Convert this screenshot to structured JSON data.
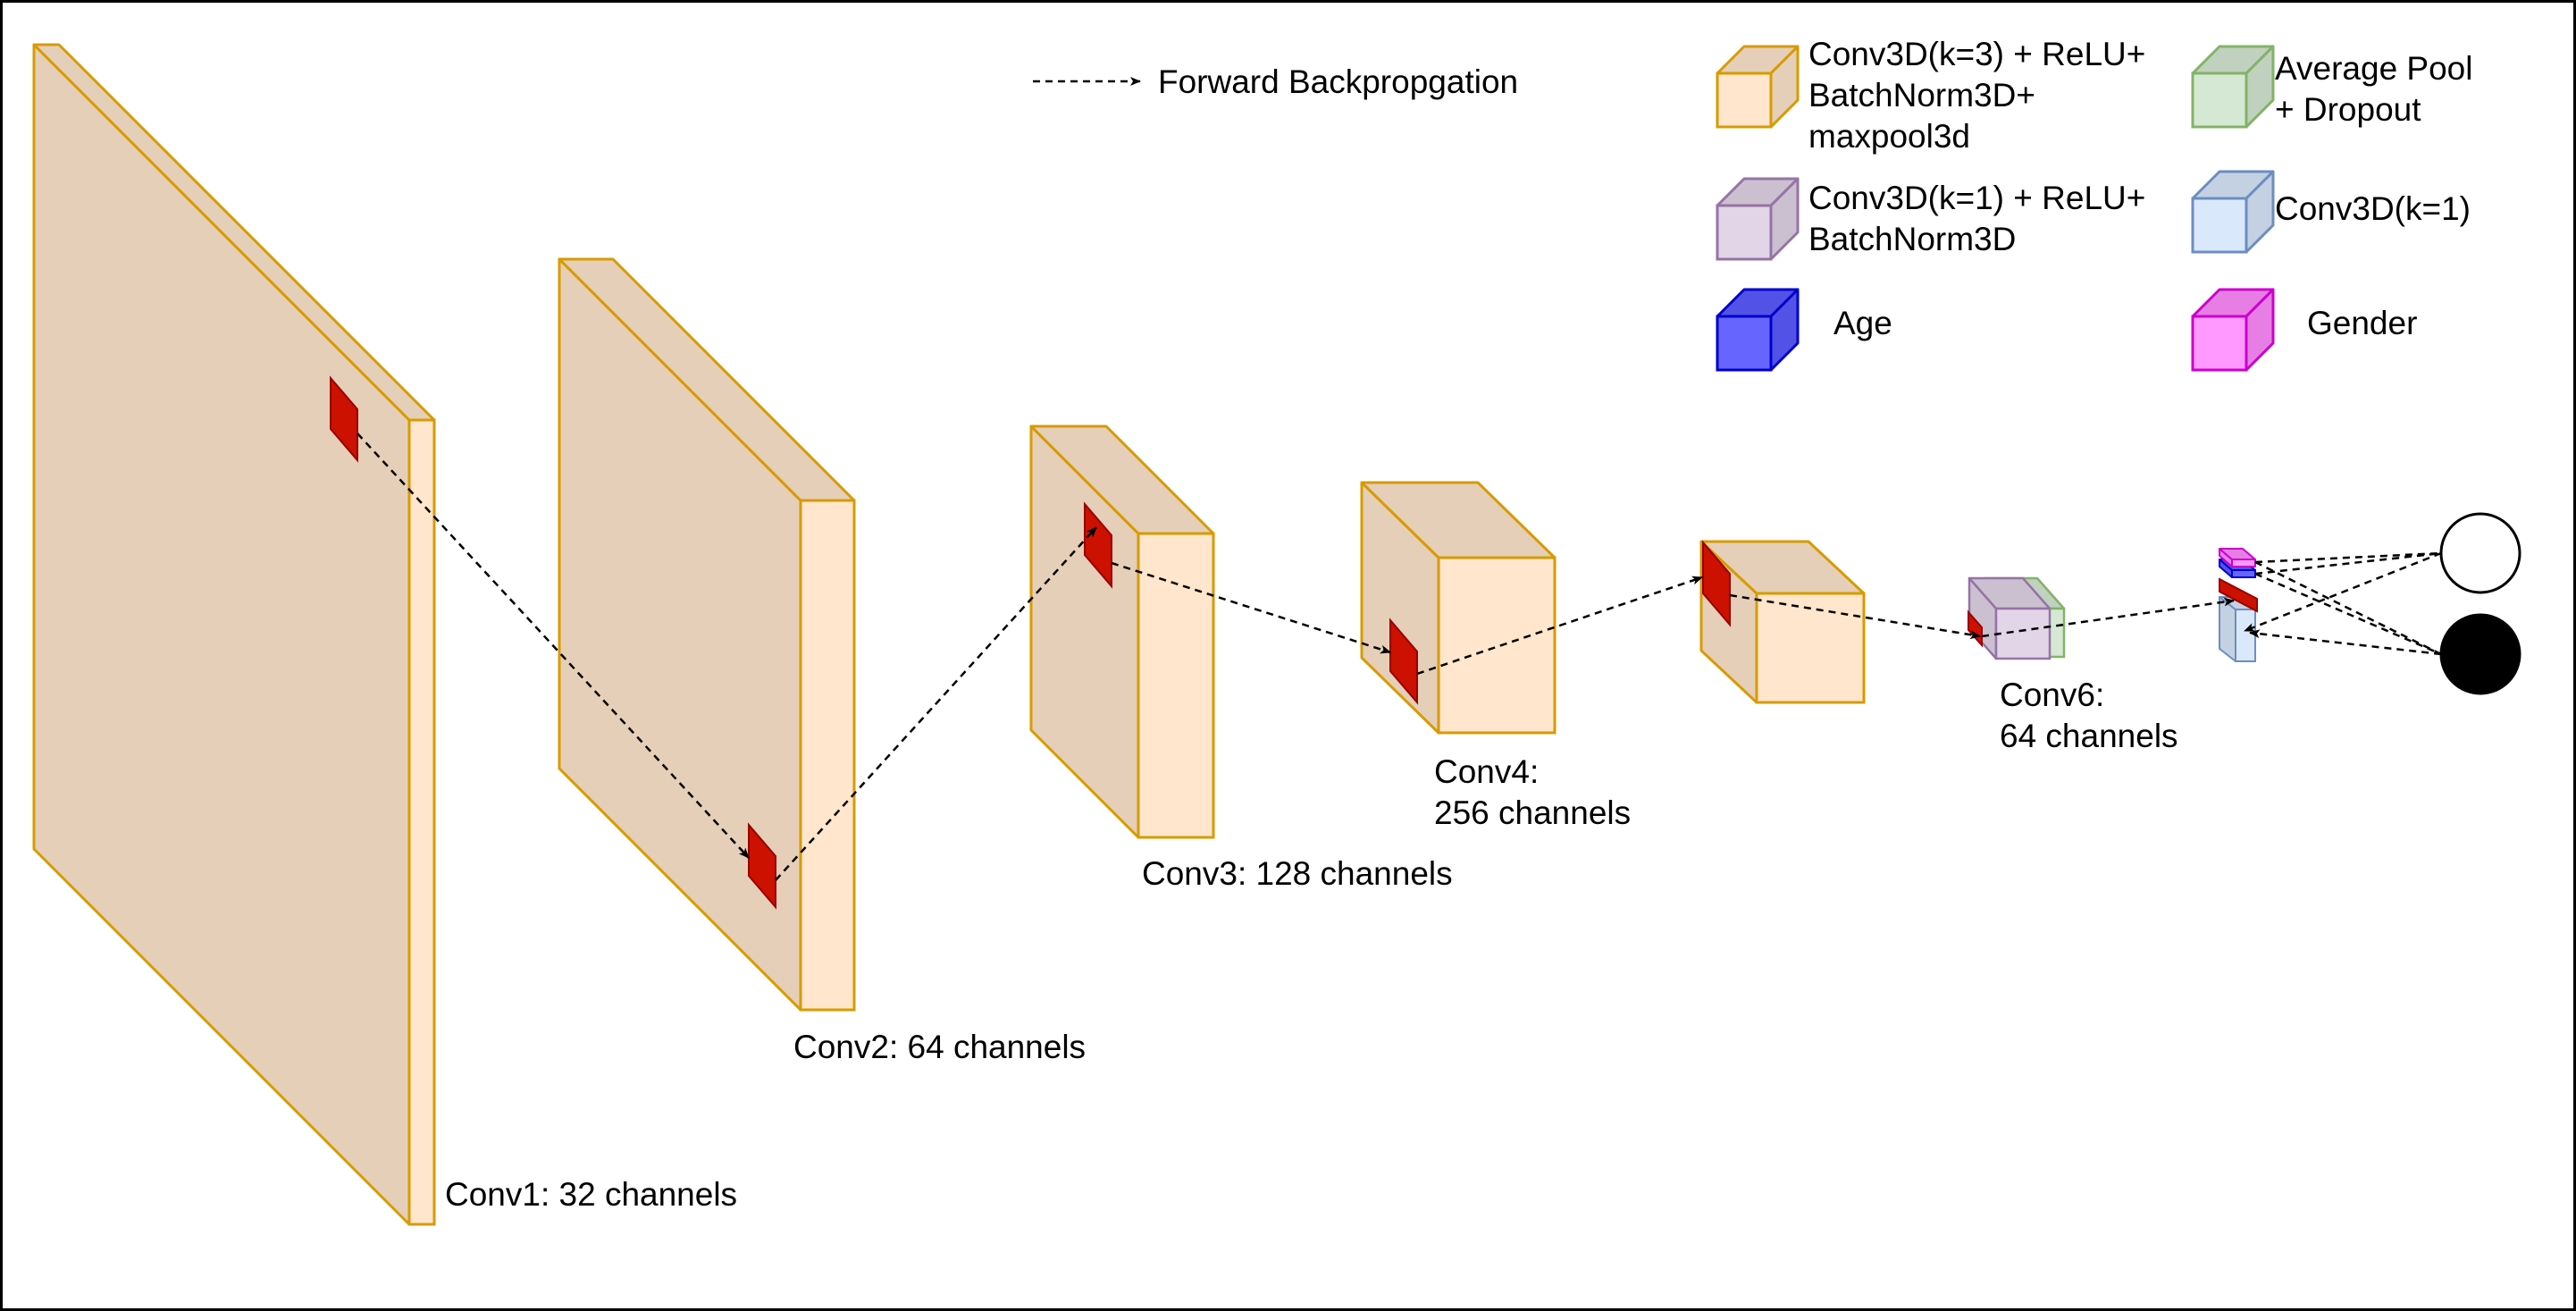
{
  "colors": {
    "conv_k3": {
      "fill": "#ffe6cc",
      "shade": "#e6cfb8",
      "stroke": "#d79b00"
    },
    "conv_k1_relu": {
      "fill": "#e1d5e7",
      "shade": "#cbc0d0",
      "stroke": "#9673a6"
    },
    "avg_pool": {
      "fill": "#d5e8d4",
      "shade": "#c0d1bf",
      "stroke": "#82b366"
    },
    "conv_k1": {
      "fill": "#dae8fc",
      "shade": "#c4d1e3",
      "stroke": "#6c8ebf"
    },
    "age": {
      "fill": "#6666ff",
      "shade": "#5252e6",
      "stroke": "#0000cc"
    },
    "gender": {
      "fill": "#ff99ff",
      "shade": "#e67ee6",
      "stroke": "#cc00cc"
    },
    "kernel": {
      "fill": "#cc1100",
      "stroke": "#990000"
    },
    "output_circle_empty": "#ffffff",
    "output_circle_filled": "#000000",
    "border": "#000000"
  },
  "legend": {
    "forward": {
      "label": "Forward Backpropgation"
    },
    "items": [
      {
        "key": "conv_k3",
        "lines": [
          "Conv3D(k=3) + ReLU+",
          "BatchNorm3D+",
          "maxpool3d"
        ]
      },
      {
        "key": "avg_pool",
        "lines": [
          "Average Pool",
          "+ Dropout"
        ]
      },
      {
        "key": "conv_k1_relu",
        "lines": [
          "Conv3D(k=1) + ReLU+",
          "BatchNorm3D"
        ]
      },
      {
        "key": "conv_k1",
        "lines": [
          "Conv3D(k=1)"
        ]
      },
      {
        "key": "age",
        "lines": [
          "Age"
        ]
      },
      {
        "key": "gender",
        "lines": [
          "Gender"
        ]
      }
    ]
  },
  "layers": [
    {
      "id": "conv1",
      "label_lines": [
        "Conv1: 32 channels"
      ]
    },
    {
      "id": "conv2",
      "label_lines": [
        "Conv2: 64 channels"
      ]
    },
    {
      "id": "conv3",
      "label_lines": [
        "Conv3: 128 channels"
      ]
    },
    {
      "id": "conv4",
      "label_lines": [
        "Conv4:",
        "256 channels"
      ]
    },
    {
      "id": "conv5",
      "label_lines": []
    },
    {
      "id": "conv6",
      "label_lines": [
        "Conv6:",
        "64 channels"
      ]
    }
  ],
  "outputs": [
    {
      "id": "output-empty"
    },
    {
      "id": "output-filled"
    }
  ]
}
